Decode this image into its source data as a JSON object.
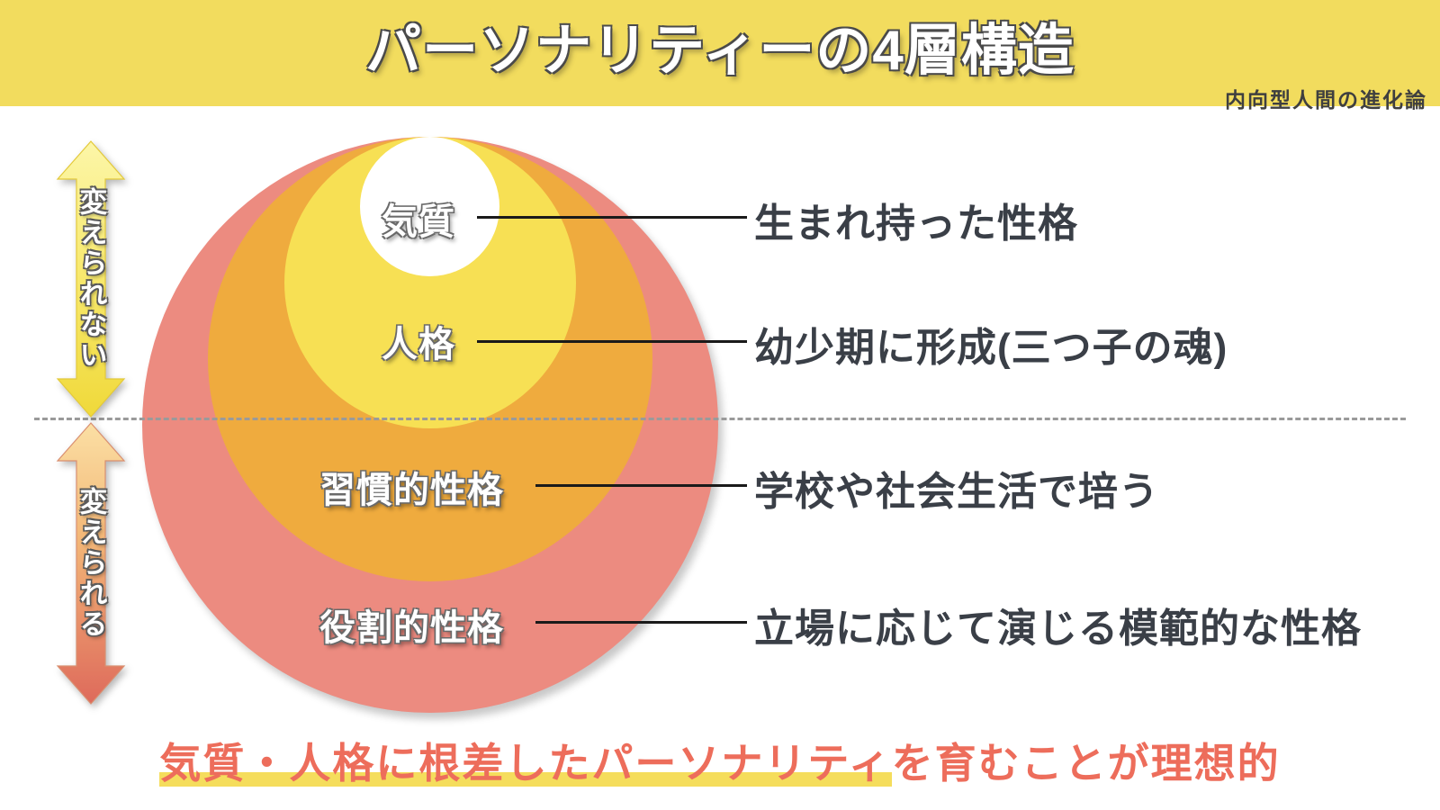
{
  "header": {
    "title": "パーソナリティーの4層構造",
    "brand": "内向型人間の進化論",
    "band_color": "#F2DC5E"
  },
  "arrows": {
    "top": {
      "label": "変えられない",
      "color_start": "#FAF08A",
      "color_end": "#F2DC42",
      "direction": "double"
    },
    "bottom": {
      "label": "変えられる",
      "color_start": "#F8CE7E",
      "color_end": "#E06A5C",
      "direction": "double"
    }
  },
  "layers": [
    {
      "id": "temperament",
      "label": "気質",
      "description": "生まれ持った性格",
      "color": "#FFFFFF"
    },
    {
      "id": "personality",
      "label": "人格",
      "description": "幼少期に形成(三つ子の魂)",
      "color": "#F7E054"
    },
    {
      "id": "habit",
      "label": "習慣的性格",
      "description": "学校や社会生活で培う",
      "color": "#EFAB3E"
    },
    {
      "id": "role",
      "label": "役割的性格",
      "description": "立場に応じて演じる模範的な性格",
      "color": "#EC8B80"
    }
  ],
  "footer": {
    "highlighted": "気質・人格に根差したパーソナリティ",
    "rest": "を育むことが理想的",
    "text_color": "#ED6D5B",
    "highlight_color": "#F5DD5C"
  },
  "divider": {
    "style": "dashed",
    "color": "#9A9A9A"
  }
}
